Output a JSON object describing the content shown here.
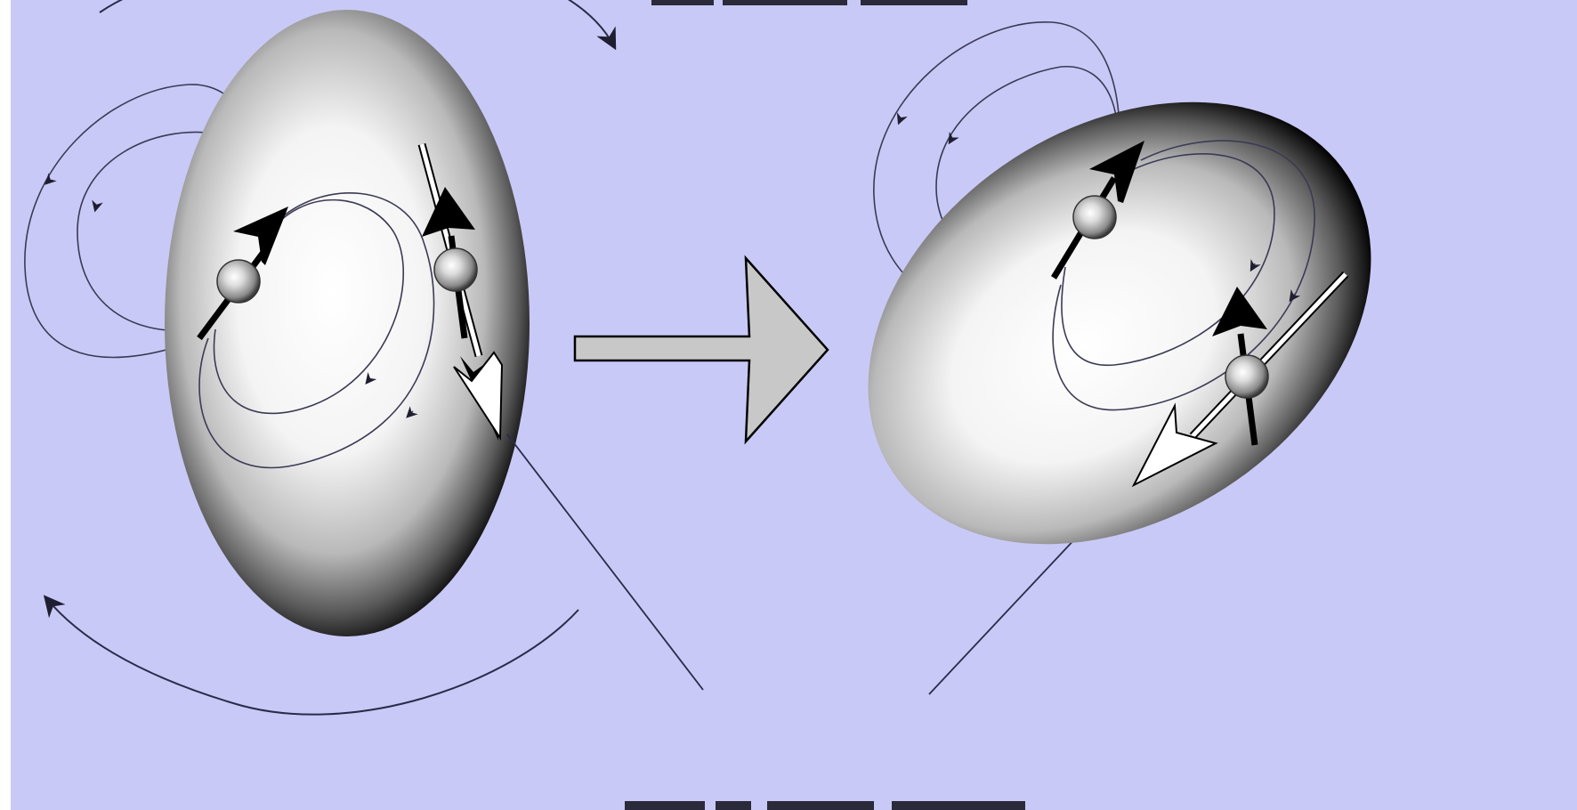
{
  "figure": {
    "background_color": "#c9c9f7",
    "nucleus_fill_center": "#ffffff",
    "nucleus_fill_edge": "#000000",
    "transition_arrow_color": "#c8c8c8",
    "spin_arrow_color": "#000000",
    "local_field_arrow_color": "#ffffff",
    "nuclei": [
      {
        "name": "left-nucleus",
        "orientation": "vertical"
      },
      {
        "name": "right-nucleus",
        "orientation": "tilted"
      }
    ],
    "icons": [
      "spin-arrow-icon",
      "local-field-arrow-icon",
      "transition-arrow-icon",
      "rotation-arrow-icon"
    ]
  }
}
